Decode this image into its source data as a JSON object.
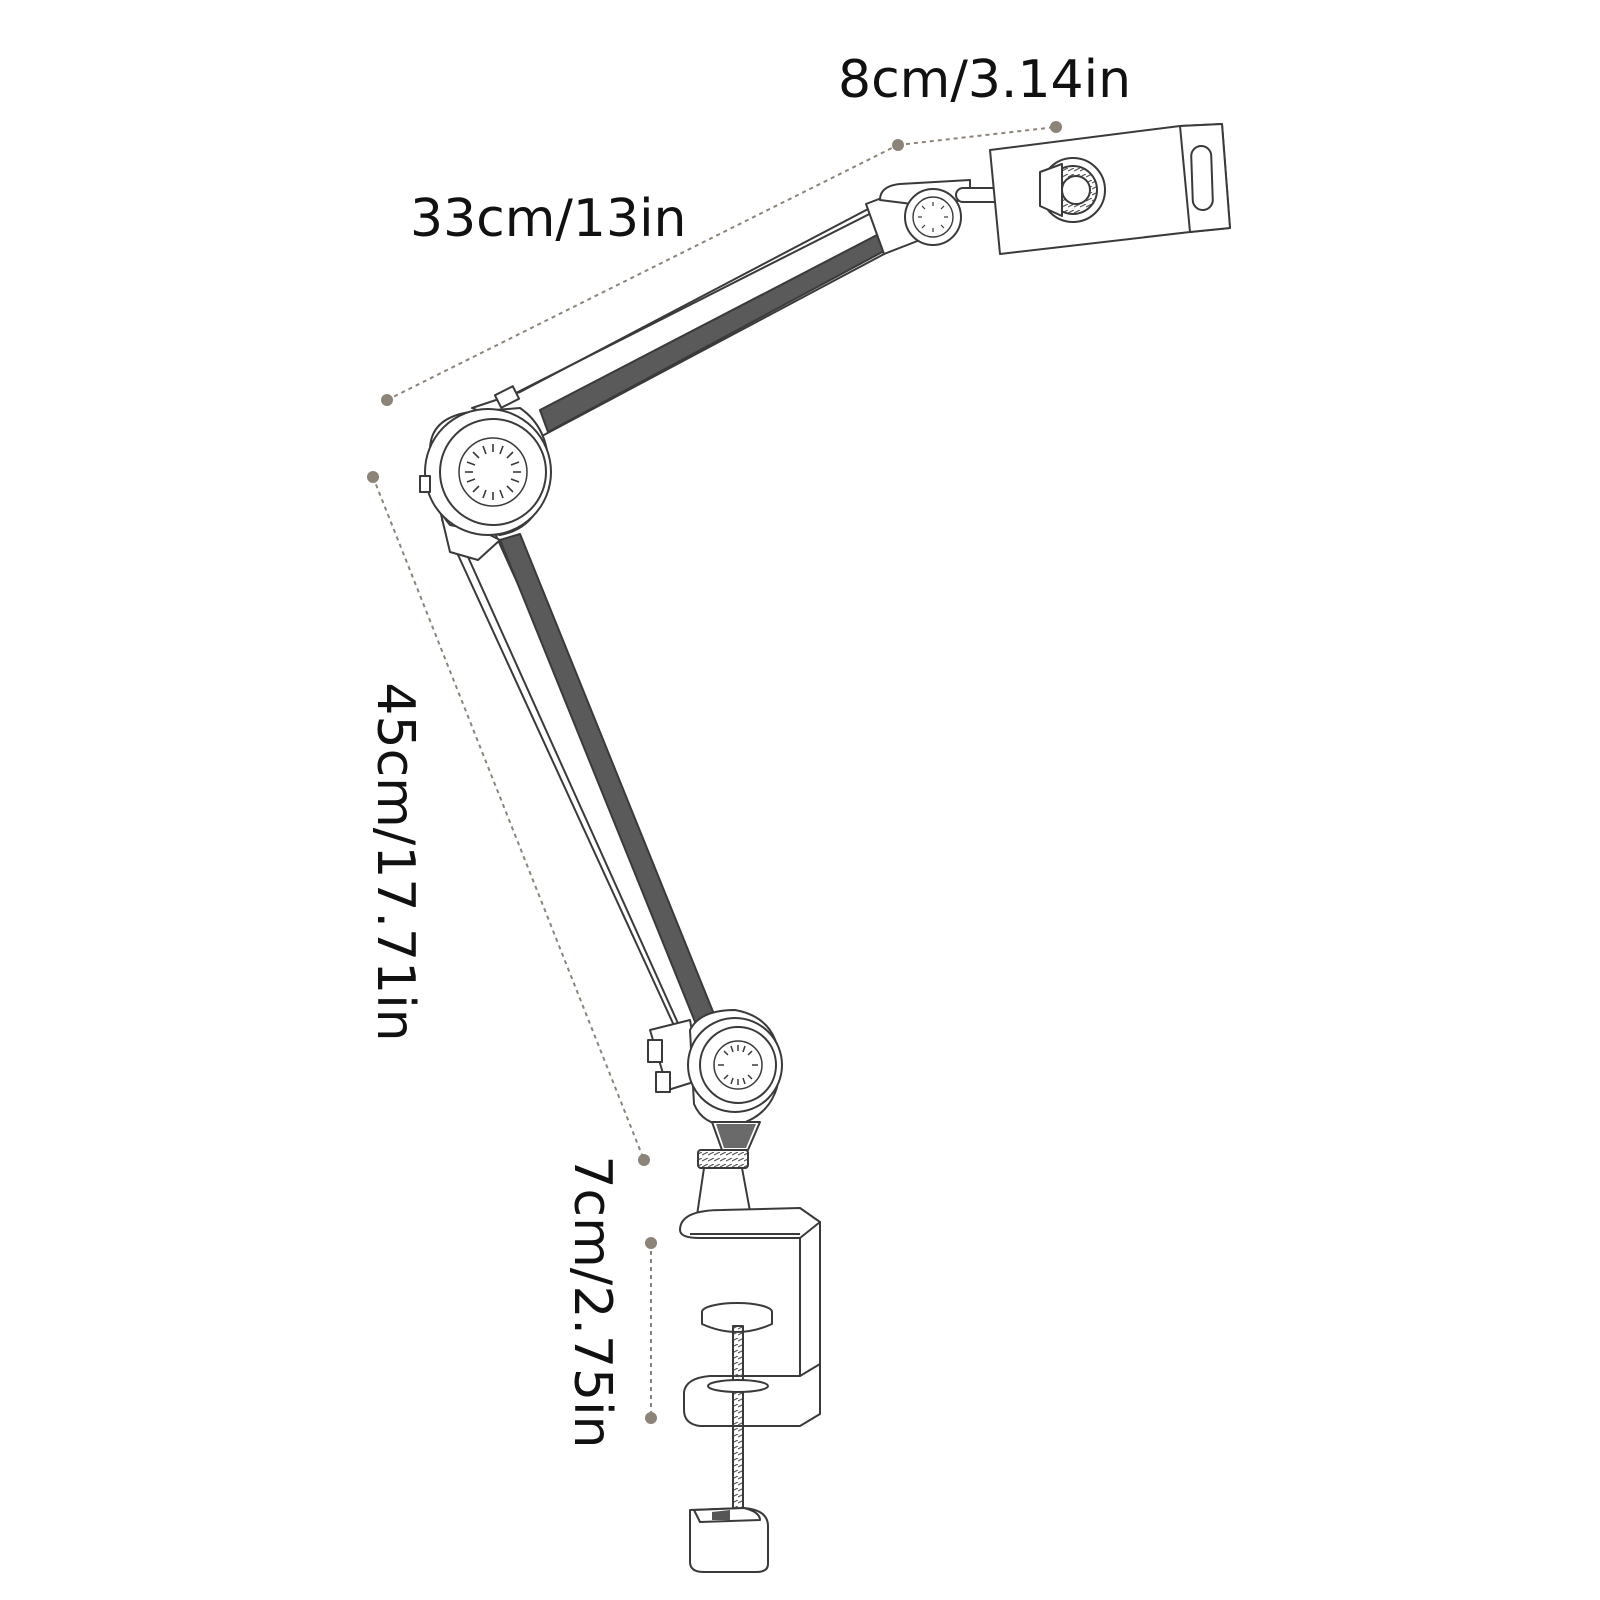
{
  "diagram": {
    "dimensions": {
      "holder_width": "8cm/3.14in",
      "upper_arm": "33cm/13in",
      "lower_arm": "45cm/17.71in",
      "clamp_opening": "7cm/2.75in"
    },
    "colors": {
      "line": "#3a3a3a",
      "dimension_dot": "#8c8478",
      "background": "#ffffff",
      "arm_channel": "#5a5a5a",
      "text": "#111111"
    },
    "icons": {
      "joint": "radial-tick-circle",
      "clamp": "c-clamp"
    }
  }
}
